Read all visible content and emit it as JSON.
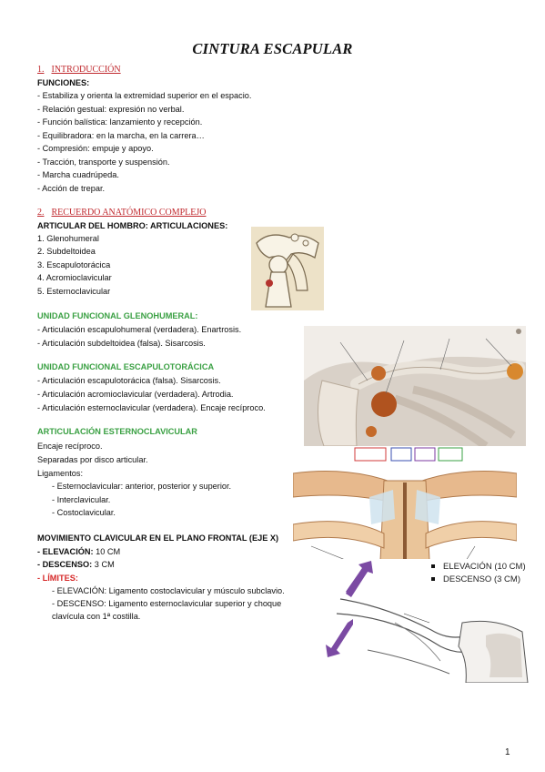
{
  "title": "CINTURA ESCAPULAR",
  "section1": {
    "num": "1.",
    "heading": "INTRODUCCIÓN",
    "subheading": "FUNCIONES:",
    "items": [
      "- Estabiliza y orienta la extremidad superior en el espacio.",
      "- Relación gestual: expresión no verbal.",
      "- Función balística: lanzamiento y recepción.",
      "- Equilibradora: en la marcha, en la carrera…",
      "- Compresión: empuje y apoyo.",
      "- Tracción, transporte y suspensión.",
      "- Marcha cuadrúpeda.",
      "- Acción de trepar."
    ]
  },
  "section2": {
    "num": "2.",
    "heading": "RECUERDO ANATÓMICO COMPLEJO",
    "subheading": "ARTICULAR DEL HOMBRO: ARTICULACIONES:",
    "items": [
      "1. Glenohumeral",
      "2. Subdeltoidea",
      "3. Escapulotorácica",
      "4. Acromioclavicular",
      "5. Esternoclavicular"
    ]
  },
  "glenohumeral": {
    "heading": "UNIDAD FUNCIONAL GLENOHUMERAL:",
    "items": [
      "- Articulación escapulohumeral (verdadera). Enartrosis.",
      "- Articulación subdeltoidea (falsa). Sisarcosis."
    ]
  },
  "escapulotoracica": {
    "heading": "UNIDAD FUNCIONAL ESCAPULOTORÁCICA",
    "items": [
      "- Articulación escapulotorácica (falsa). Sisarcosis.",
      "- Articulación acromioclavicular (verdadera). Artrodia.",
      "- Articulación esternoclavicular (verdadera). Encaje recíproco."
    ]
  },
  "esternoclavicular": {
    "heading": "ARTICULACIÓN ESTERNOCLAVICULAR",
    "lines": [
      "Encaje recíproco.",
      "Separadas por disco articular.",
      "Ligamentos:"
    ],
    "ligaments": [
      "- Esternoclavicular: anterior, posterior y superior.",
      "- Interclavicular.",
      "- Costoclavicular."
    ]
  },
  "movimiento": {
    "heading": "MOVIMIENTO CLAVICULAR EN EL PLANO FRONTAL (EJE X)",
    "elevacion_label": "- ELEVACIÓN:",
    "elevacion_value": " 10 CM",
    "descenso_label": "- DESCENSO:",
    "descenso_value": " 3 CM",
    "limites_label": "- LÍMITES:",
    "limite_elevacion": "- ELEVACIÓN: Ligamento costoclavicular y músculo subclavio.",
    "limite_descenso": "- DESCENSO: Ligamento esternoclavicular superior y choque clavícula con 1ª costilla."
  },
  "figure_legend": [
    "ELEVACIÓN (10 CM)",
    "DESCENSO (3 CM)"
  ],
  "page_number": "1",
  "colors": {
    "section_red": "#c0282d",
    "heading_green": "#3aa043",
    "limits_red": "#d62828",
    "arrow_purple": "#7b4aa3"
  }
}
